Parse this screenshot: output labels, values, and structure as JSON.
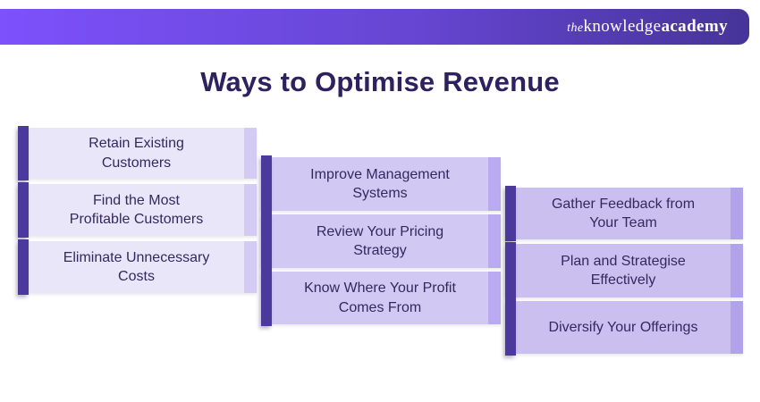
{
  "header": {
    "logo": {
      "the": "the",
      "knowledge": "knowledge",
      "academy": "academy"
    }
  },
  "title": "Ways to Optimise Revenue",
  "columns": [
    {
      "items": [
        "Retain Existing\nCustomers",
        "Find the Most\nProfitable Customers",
        "Eliminate Unnecessary\nCosts"
      ]
    },
    {
      "items": [
        "Improve Management\nSystems",
        "Review Your Pricing\nStrategy",
        "Know Where Your Profit\nComes From"
      ]
    },
    {
      "items": [
        "Gather Feedback from\nYour Team",
        "Plan and Strategise\nEffectively",
        "Diversify Your Offerings"
      ]
    }
  ],
  "colors": {
    "header_grad_start": "#7d51fc",
    "header_grad_end": "#463499",
    "title_text": "#2e2160",
    "box_text": "#33295f",
    "accent_bar": "#4b3a9c",
    "col1_body": "#eae6f9",
    "col1_strip": "#d4cbf5",
    "col2_body": "#d1c8f3",
    "col2_strip": "#baabf0",
    "col3_body": "#cabfef",
    "col3_strip": "#b1a3ea"
  }
}
